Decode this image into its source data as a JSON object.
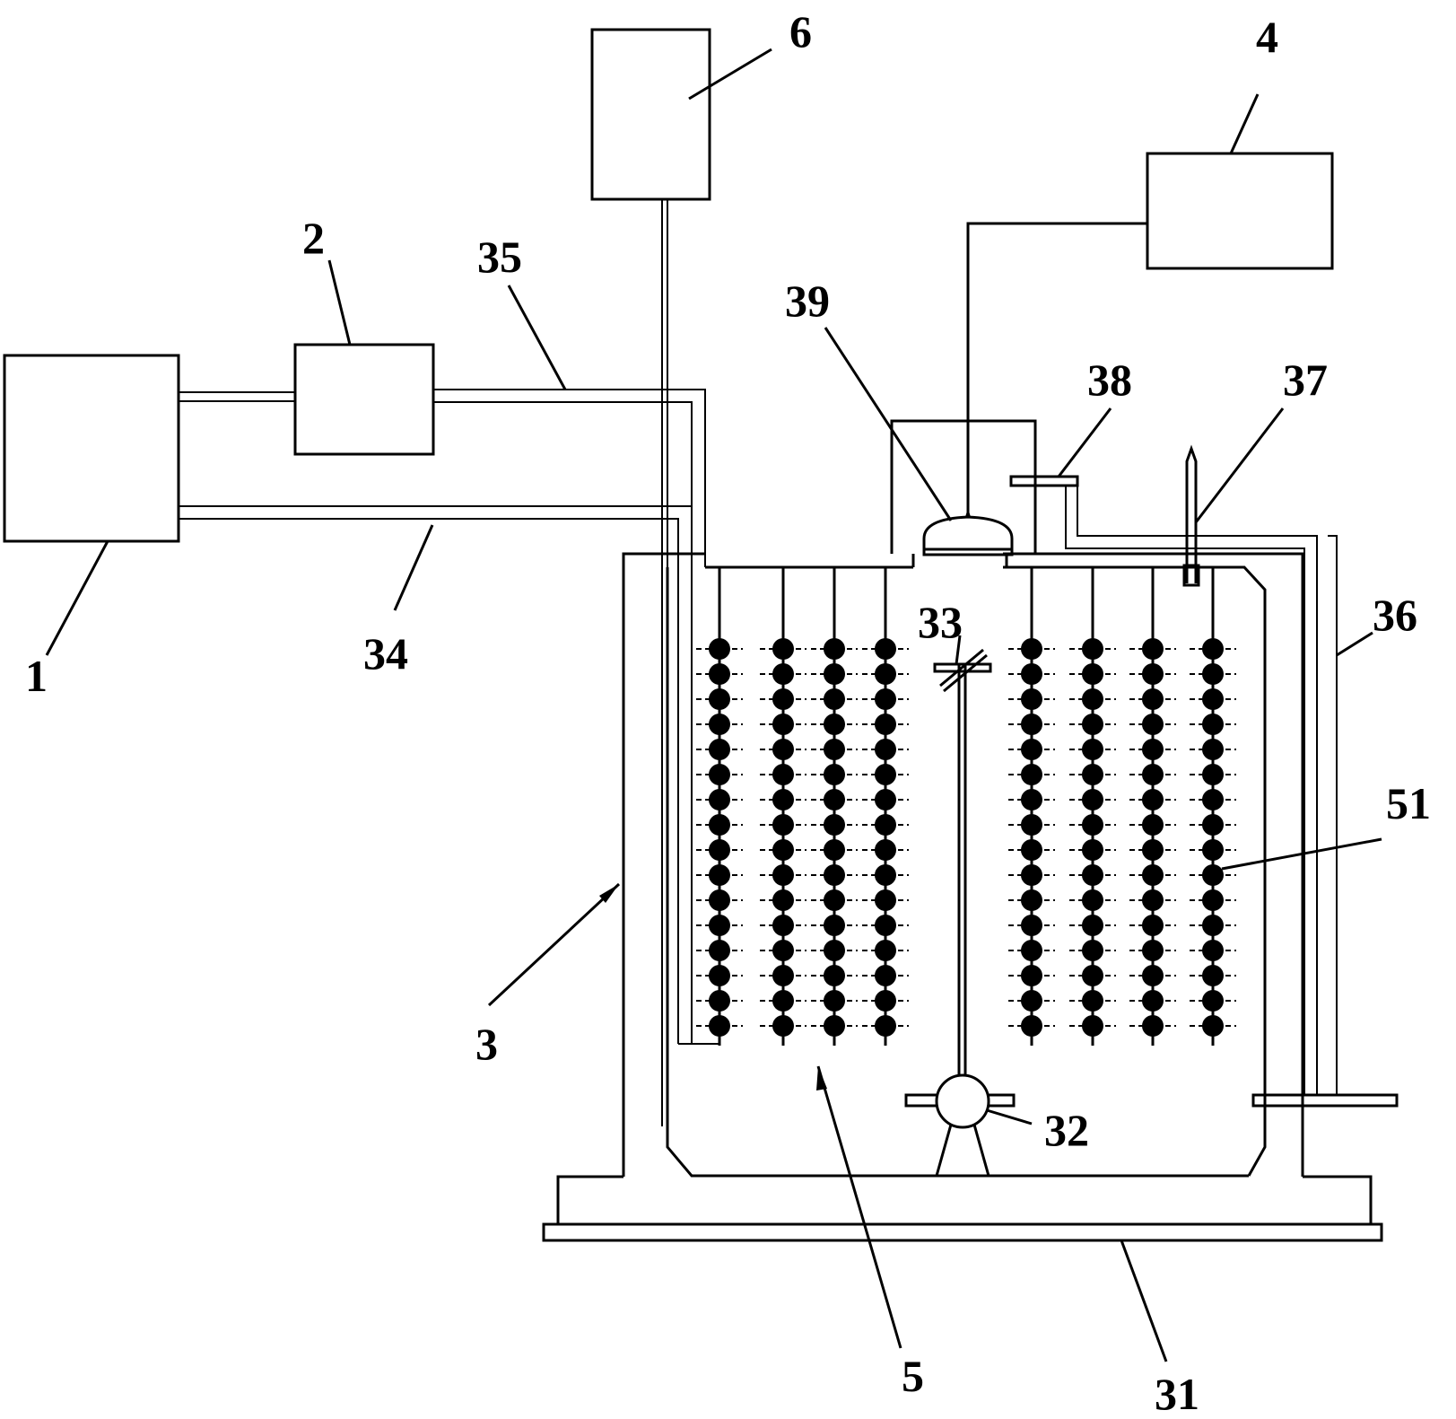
{
  "labels": {
    "l1": "1",
    "l2": "2",
    "l3": "3",
    "l4": "4",
    "l5": "5",
    "l6": "6",
    "l31": "31",
    "l32": "32",
    "l33": "33",
    "l34": "34",
    "l35": "35",
    "l36": "36",
    "l37": "37",
    "l38": "38",
    "l39": "39",
    "l51": "51"
  }
}
